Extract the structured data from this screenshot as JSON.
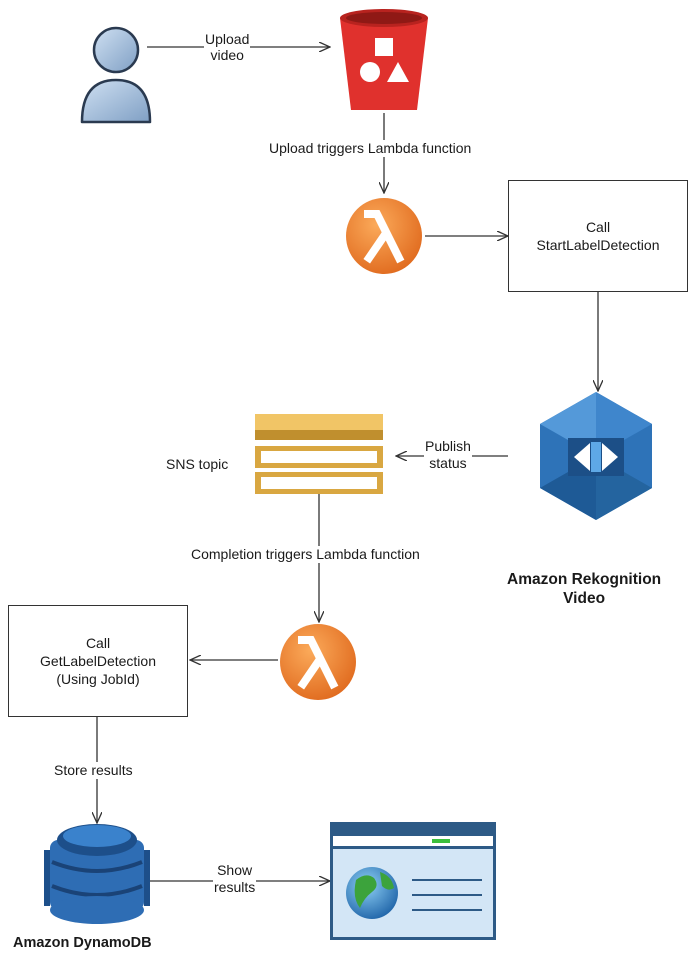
{
  "edges": {
    "upload_video": [
      "Upload",
      "video"
    ],
    "upload_triggers": "Upload triggers Lambda function",
    "publish_status": [
      "Publish",
      "status"
    ],
    "completion_triggers": "Completion triggers Lambda function",
    "store_results": "Store results",
    "show_results": [
      "Show",
      "results"
    ]
  },
  "boxes": {
    "start": [
      "Call",
      "StartLabelDetection"
    ],
    "get": [
      "Call",
      "GetLabelDetection",
      "(Using JobId)"
    ]
  },
  "labels": {
    "sns_topic": "SNS topic",
    "rekognition": [
      "Amazon Rekognition",
      "Video"
    ],
    "dynamodb": "Amazon DynamoDB"
  },
  "icons": {
    "user": "user-icon",
    "s3": "s3-bucket-icon",
    "lambda": "lambda-icon",
    "rekognition": "rekognition-icon",
    "sns": "sns-topic-icon",
    "dynamodb": "dynamodb-icon",
    "browser": "browser-window-icon"
  },
  "colors": {
    "s3": "#e0312d",
    "lambda": "#f58536",
    "rekognition": "#2e73b8",
    "sns": "#d9a741",
    "dynamodb": "#2e6db4",
    "browser": "#2d5a86"
  }
}
